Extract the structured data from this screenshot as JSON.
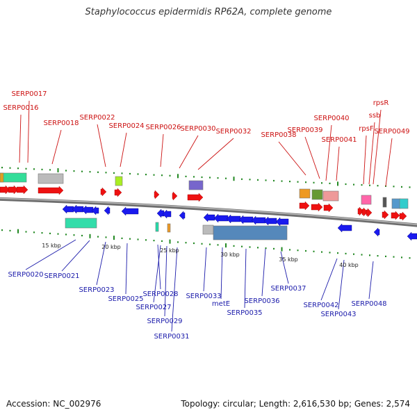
{
  "title": "Staphylococcus epidermidis RP62A, complete genome",
  "footer": {
    "accession": "Accession: NC_002976",
    "info": "Topology: circular; Length: 2,616,530 bp; Genes: 2,574"
  },
  "colors": {
    "forward": "#ee1111",
    "reverse": "#1a1aee",
    "label_forward": "#cc1111",
    "label_reverse": "#1a1aaa",
    "backbone": "#777777",
    "ticks": "#228822"
  },
  "scale_labels": [
    "15 kbp",
    "20 kbp",
    "25 kbp",
    "30 kbp",
    "35 kbp",
    "40 kbp"
  ],
  "labels_forward": [
    "SERP0017",
    "SERP0016",
    "SERP0018",
    "SERP0022",
    "SERP0024",
    "SERP0026",
    "SERP0030",
    "SERP0032",
    "SERP0038",
    "SERP0039",
    "SERP0040",
    "SERP0041",
    "rpsF",
    "ssb",
    "rpsR",
    "SERP0049"
  ],
  "labels_reverse": [
    "SERP0020",
    "SERP0021",
    "SERP0023",
    "SERP0025",
    "SERP0028",
    "SERP0027",
    "SERP0029",
    "SERP0031",
    "SERP0033",
    "metE",
    "SERP0035",
    "SERP0036",
    "SERP0037",
    "SERP0042",
    "SERP0043",
    "SERP0048"
  ]
}
